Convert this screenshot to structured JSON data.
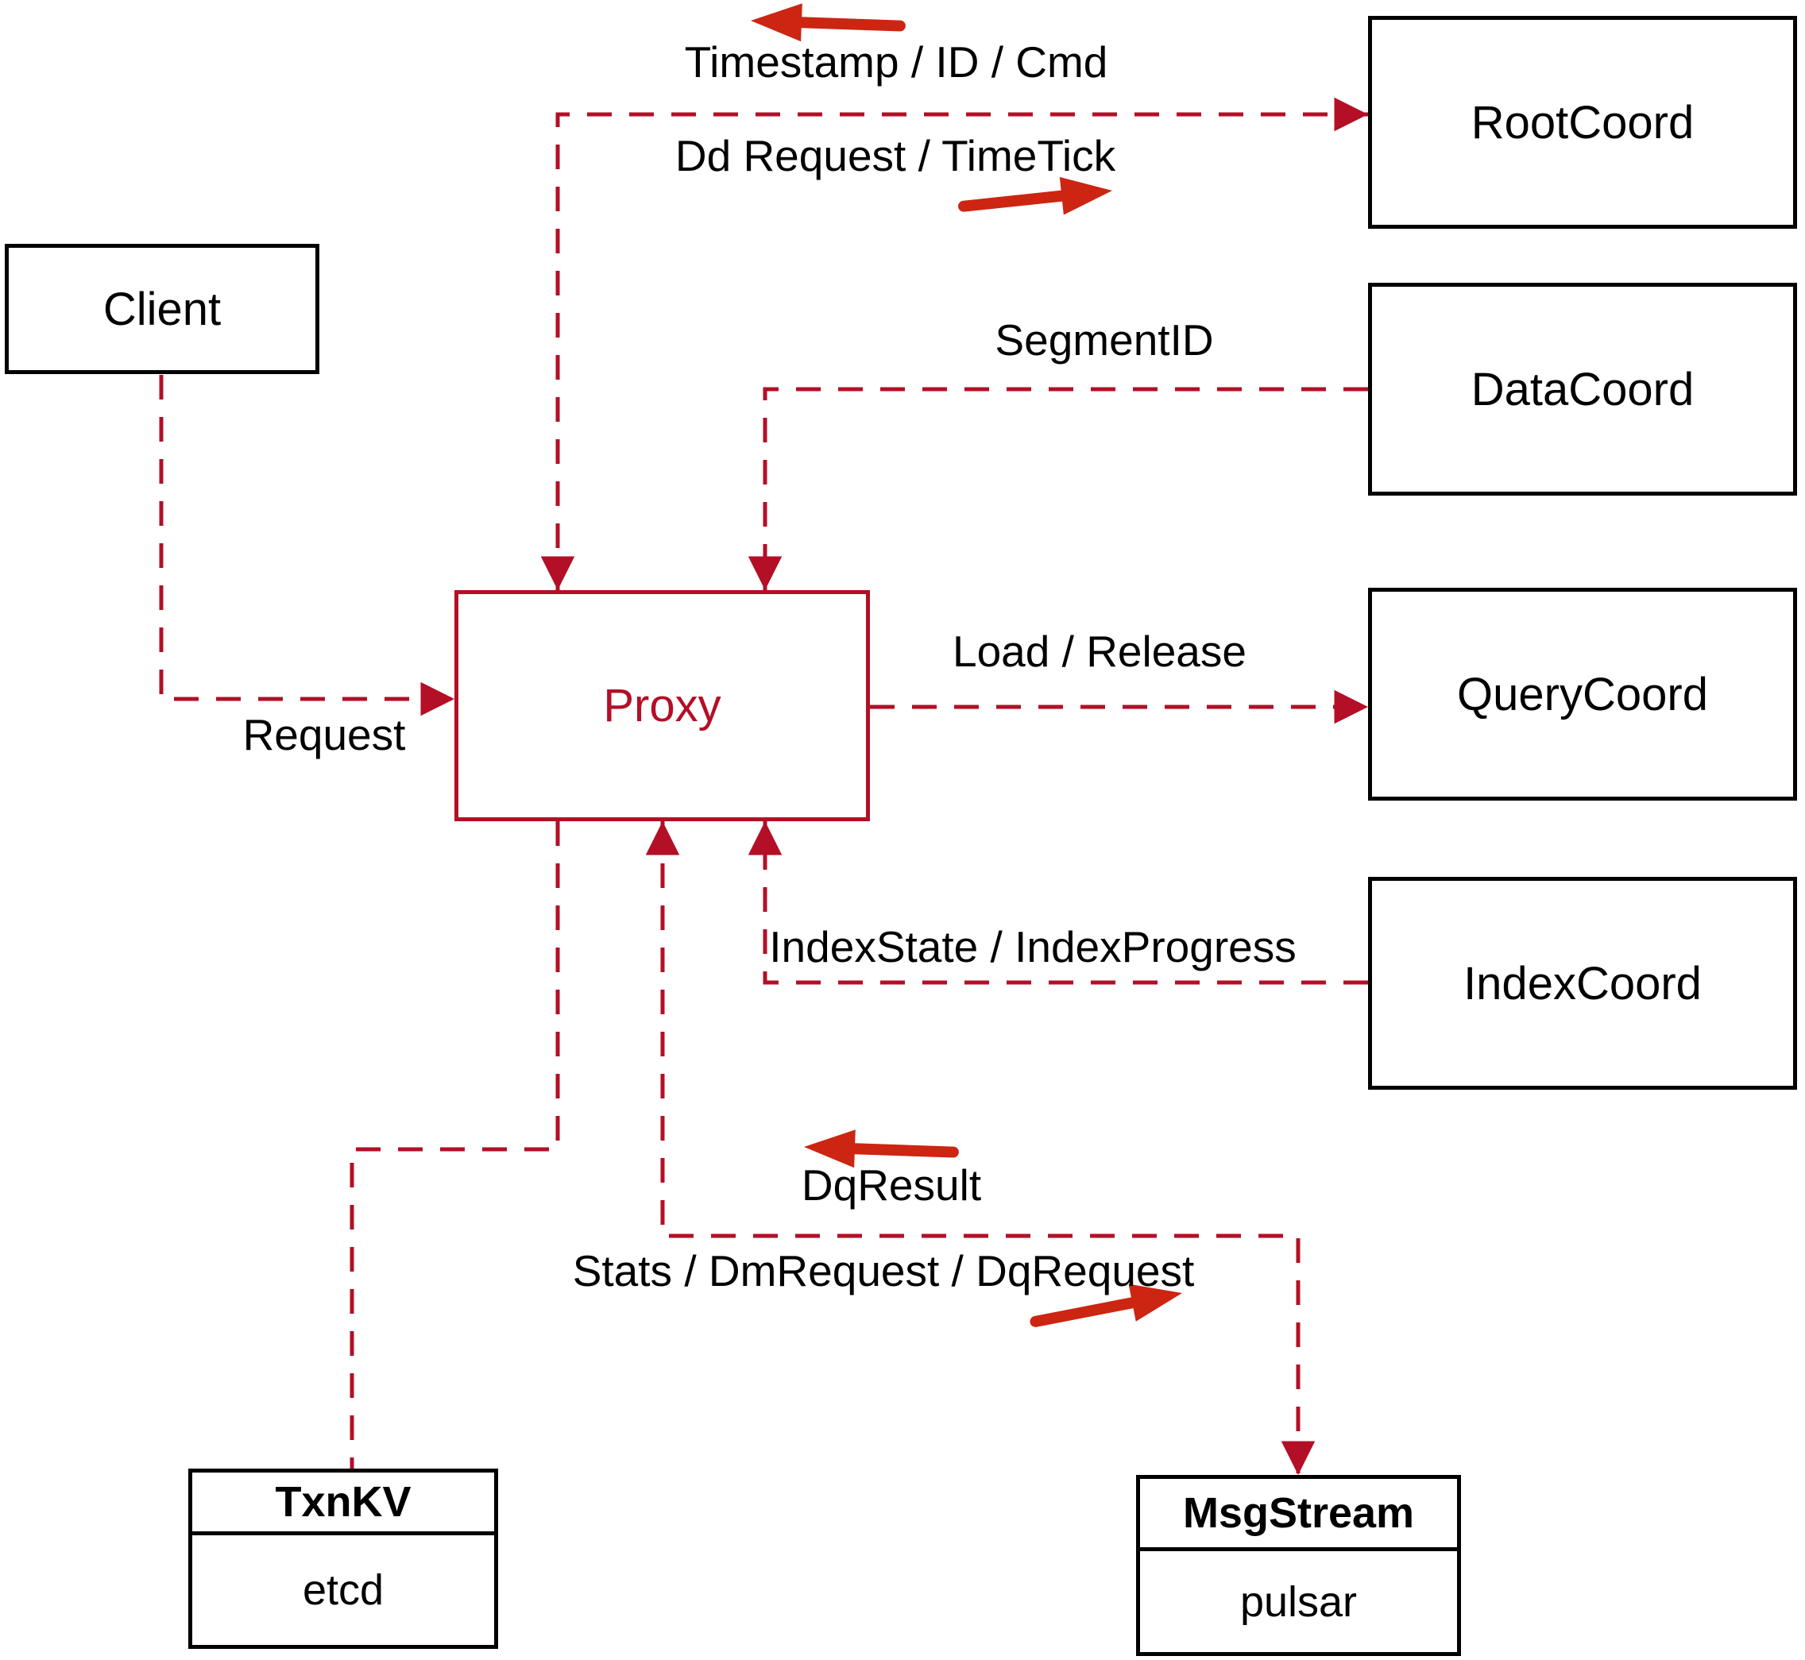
{
  "colors": {
    "dashed_line": "#b30f26",
    "annotation_arrow": "#cc2512",
    "proxy_accent": "#b30f26",
    "node_border": "#000000",
    "text": "#000000",
    "background": "#ffffff"
  },
  "nodes": {
    "client": {
      "label": "Client"
    },
    "proxy": {
      "label": "Proxy"
    },
    "rootcoord": {
      "label": "RootCoord"
    },
    "datacoord": {
      "label": "DataCoord"
    },
    "querycoord": {
      "label": "QueryCoord"
    },
    "indexcoord": {
      "label": "IndexCoord"
    },
    "txnkv": {
      "title": "TxnKV",
      "impl": "etcd"
    },
    "msgstream": {
      "title": "MsgStream",
      "impl": "pulsar"
    }
  },
  "edges": {
    "request": {
      "label": "Request",
      "from": "client",
      "to": "proxy"
    },
    "timestamp": {
      "label": "Timestamp / ID / Cmd",
      "direction": "left",
      "from": "rootcoord",
      "to": "proxy"
    },
    "dd_request": {
      "label": "Dd Request / TimeTick",
      "direction": "right",
      "from": "proxy",
      "to": "rootcoord"
    },
    "segment_id": {
      "label": "SegmentID",
      "from": "datacoord",
      "to": "proxy"
    },
    "load_release": {
      "label": "Load / Release",
      "from": "proxy",
      "to": "querycoord"
    },
    "index_state": {
      "label": "IndexState / IndexProgress",
      "from": "indexcoord",
      "to": "proxy"
    },
    "dq_result": {
      "label": "DqResult",
      "direction": "left",
      "from": "msgstream",
      "to": "proxy"
    },
    "stats": {
      "label": "Stats / DmRequest / DqRequest",
      "direction": "right",
      "from": "proxy",
      "to": "msgstream"
    },
    "txnkv_link": {
      "label": "",
      "from": "proxy",
      "to": "txnkv"
    }
  }
}
